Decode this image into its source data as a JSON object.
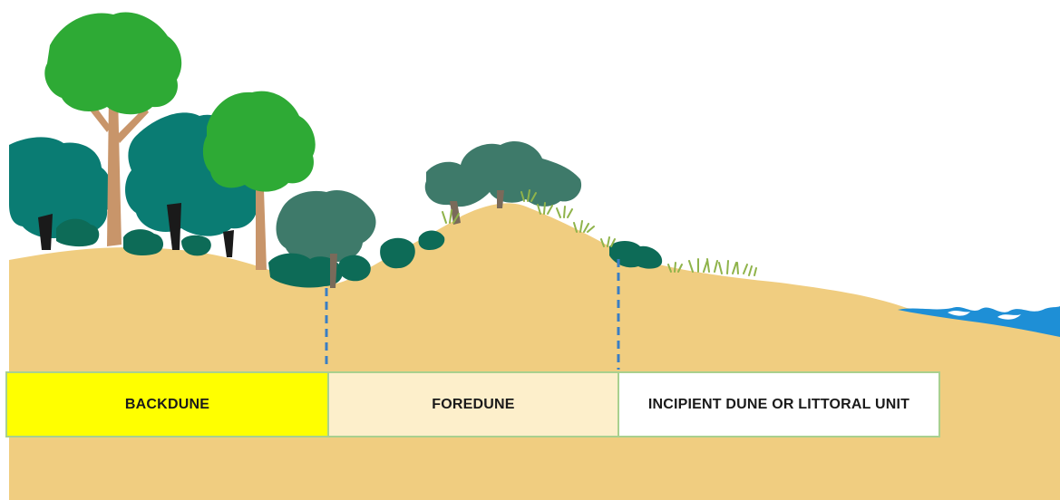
{
  "zones": [
    {
      "label": "BACKDUNE",
      "color": "#ffff00"
    },
    {
      "label": "FOREDUNE",
      "color": "#fdefcb"
    },
    {
      "label": "INCIPIENT DUNE OR LITTORAL UNIT",
      "color": "#ffffff"
    }
  ],
  "colors": {
    "sand": "#f0cd80",
    "water": "#1e8fd6",
    "dark_teal_tree": "#0a7c73",
    "green_tree": "#2eaa35",
    "grey_green_shrub": "#3e7a6a",
    "trunk": "#c8956a",
    "boundary_line": "#3a7ec4"
  },
  "icons": [
    "tree-icon",
    "shrub-icon",
    "grass-icon",
    "wave-icon"
  ]
}
